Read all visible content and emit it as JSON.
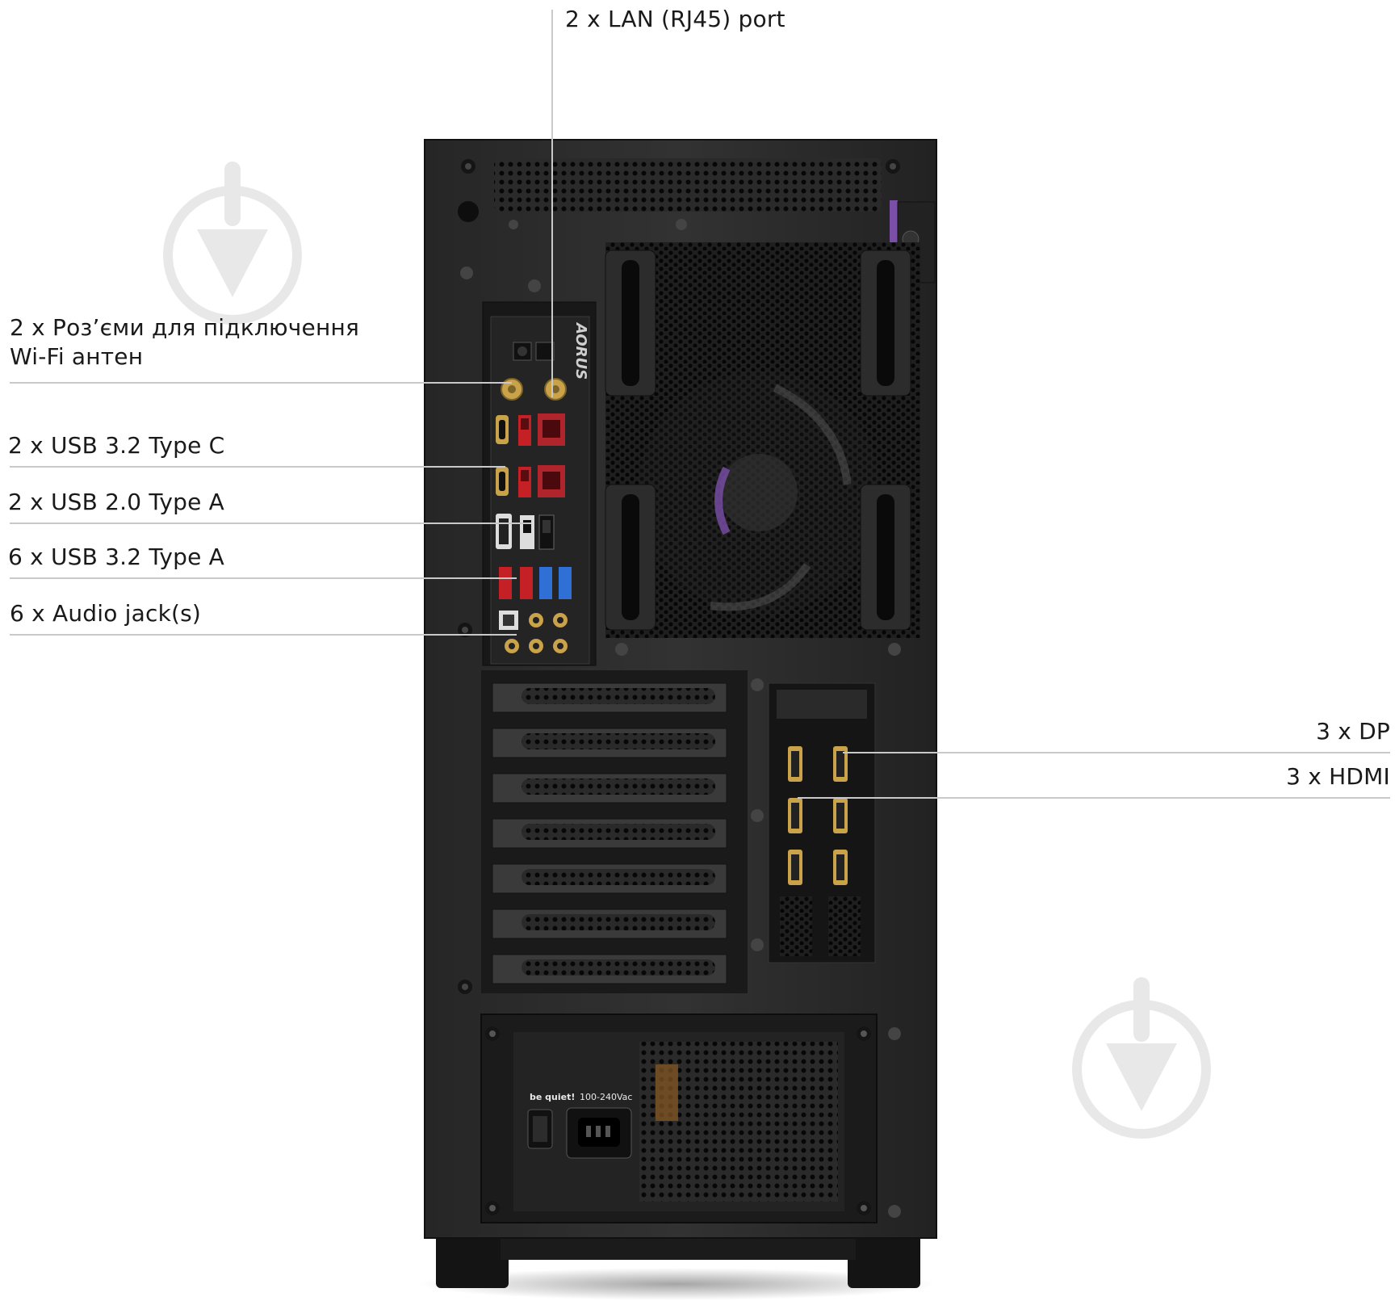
{
  "image": {
    "subject": "desktop-pc-rear-panel",
    "colors": {
      "background": "#ffffff",
      "case": "#2b2b2b",
      "case_dark": "#151515",
      "leader_line": "#c9c9c9",
      "label_text": "#1a1a1a",
      "watermark": "#e3e3e3",
      "usb3_blue": "#2f6fd6",
      "usb_red": "#c42026",
      "gold": "#c9a24a",
      "accent_purple": "#7b4fa8"
    },
    "icons": [
      "download-watermark-icon"
    ],
    "brand_marks": [
      "AORUS",
      "be quiet!"
    ],
    "psu_text": "100-240Vac"
  },
  "callouts": {
    "lan": "2 x LAN (RJ45) port",
    "wifi": [
      "2 x Роз’єми для підключення",
      "Wi-Fi антен"
    ],
    "usb_c": "2 x USB 3.2 Type C",
    "usb2": "2 x USB 2.0 Type A",
    "usb3a": "6 x USB 3.2 Type A",
    "audio": "6 x Audio jack(s)",
    "dp": "3 x DP",
    "hdmi": "3 x HDMI"
  }
}
